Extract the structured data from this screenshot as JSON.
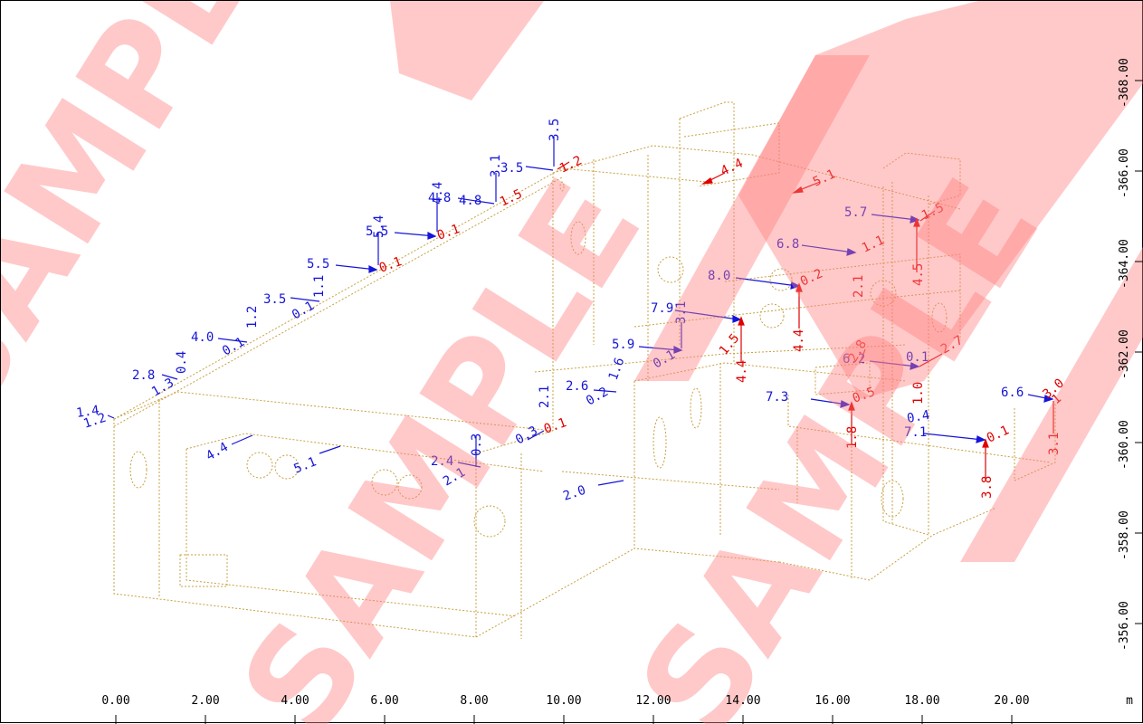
{
  "x_axis": {
    "ticks": [
      "0.00",
      "2.00",
      "4.00",
      "6.00",
      "8.00",
      "10.00",
      "12.00",
      "14.00",
      "16.00",
      "18.00",
      "20.00"
    ],
    "unit": "m"
  },
  "y_axis": {
    "ticks": [
      "-368.00",
      "-366.00",
      "-364.00",
      "-362.00",
      "-360.00",
      "-358.00",
      "-356.00"
    ]
  },
  "colors": {
    "structure": "#c8a040",
    "blue_labels": "#1515d8",
    "red_labels": "#e00000",
    "watermark": "#ff7f7f"
  },
  "watermark": "SAMPLE",
  "blue_labels": [
    "1.4",
    "1.2",
    "2.8",
    "1.3",
    "0.4",
    "4.0",
    "0.1",
    "1.2",
    "3.5",
    "0.1",
    "1.1",
    "5.5",
    "5.4",
    "5.5",
    "4.4",
    "4.8",
    "4.8",
    "3.1",
    "3.5",
    "3.5",
    "4.4",
    "5.1",
    "2.4",
    "2.1",
    "0.3",
    "0.3",
    "2.1",
    "2.6",
    "0.2",
    "1.6",
    "5.9",
    "0.1",
    "3.1",
    "7.9",
    "8.0",
    "6.8",
    "5.7",
    "7.3",
    "6.2",
    "0.1",
    "7.1",
    "0.4",
    "6.6",
    "2.0"
  ],
  "red_labels": [
    "0.1",
    "0.1",
    "1.5",
    "1.2",
    "4.4",
    "5.1",
    "1.5",
    "1.1",
    "0.2",
    "2.1",
    "4.4",
    "4.5",
    "1.5",
    "4.4",
    "2.8",
    "2.7",
    "0.5",
    "1.0",
    "1.8",
    "0.1",
    "3.8",
    "3.0",
    "1",
    "3.1",
    "0.1"
  ]
}
